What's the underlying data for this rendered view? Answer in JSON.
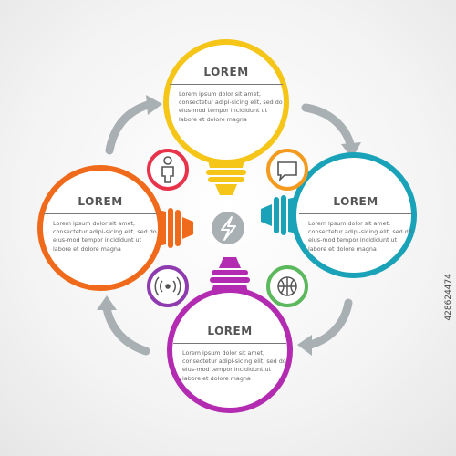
{
  "steps": [
    {
      "title": "LOREM",
      "text": "Lorem ipsum dolor sit amet, consectetur adipi-sicing elit, sed do eius-mod tempor incididunt ut labore et dolore magna",
      "color": "#f5c518",
      "icon": "person-icon"
    },
    {
      "title": "LOREM",
      "text": "Lorem ipsum dolor sit amet, consectetur adipi-sicing elit, sed do eius-mod tempor incididunt ut labore et dolore magna",
      "color": "#1aa3b8",
      "icon": "chat-bubble-icon"
    },
    {
      "title": "LOREM",
      "text": "Lorem ipsum dolor sit amet, consectetur adipi-sicing elit, sed do eius-mod tempor incididunt ut labore et dolore magna",
      "color": "#b32bb0",
      "icon": "basketball-icon"
    },
    {
      "title": "LOREM",
      "text": "Lorem ipsum dolor sit amet, consectetur adipi-sicing elit, sed do eius-mod tempor incididunt ut labore et dolore magna",
      "color": "#f06a1c",
      "icon": "signal-icon"
    }
  ],
  "center_icon": "lightning-icon",
  "arrow_color": "#a9b0b3",
  "watermark_id": "428624474"
}
